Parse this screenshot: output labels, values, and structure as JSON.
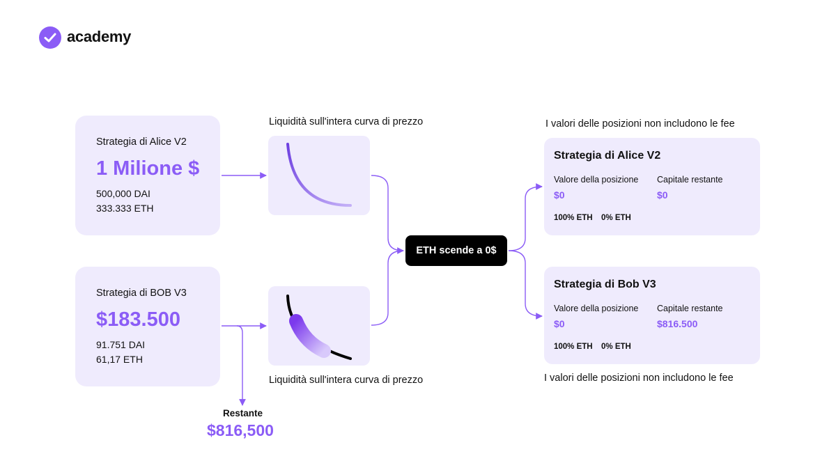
{
  "brand": {
    "name": "academy"
  },
  "colors": {
    "accent": "#8b5cf6",
    "card": "#efebfd",
    "dark": "#000000",
    "line": "#8b5cf6"
  },
  "alice_input": {
    "title": "Strategia di Alice V2",
    "amount": "1 Milione $",
    "dai": "500,000 DAI",
    "eth": "333.333 ETH"
  },
  "bob_input": {
    "title": "Strategia di BOB V3",
    "amount": "$183.500",
    "dai": "91.751 DAI",
    "eth": "61,17 ETH"
  },
  "curves": {
    "top_caption": "Liquidità sull'intera curva di prezzo",
    "bottom_caption": "Liquidità sull'intera curva di prezzo"
  },
  "event": {
    "label": "ETH scende a 0$"
  },
  "remaining": {
    "label": "Restante",
    "value": "$816,500"
  },
  "alice_result": {
    "note": "I valori delle posizioni non includono le fee",
    "title": "Strategia di Alice V2",
    "position_label": "Valore della posizione",
    "position_value": "$0",
    "capital_label": "Capitale restante",
    "capital_value": "$0",
    "eth_share": "100% ETH",
    "dai_share": "0% ETH"
  },
  "bob_result": {
    "note": "I valori delle posizioni non includono le fee",
    "title": "Strategia di Bob V3",
    "position_label": "Valore della posizione",
    "position_value": "$0",
    "capital_label": "Capitale restante",
    "capital_value": "$816.500",
    "eth_share": "100% ETH",
    "dai_share": "0% ETH"
  }
}
